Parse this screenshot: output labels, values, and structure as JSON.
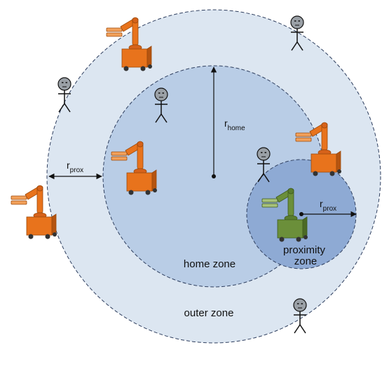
{
  "labels": {
    "outer_zone": "outer zone",
    "home_zone": "home zone",
    "proximity_zone_line1": "proximity",
    "proximity_zone_line2": "zone",
    "r_home_main": "r",
    "r_home_sub": "home",
    "r_prox_left_main": "r",
    "r_prox_left_sub": "prox",
    "r_prox_right_main": "r",
    "r_prox_right_sub": "prox"
  },
  "colors": {
    "outer_zone_fill": "#dce6f1",
    "home_zone_fill": "#b9cde6",
    "proximity_zone_fill": "#8eaad4",
    "zone_border": "#2f3f5f",
    "robot_orange": "#e8731c",
    "robot_orange_dark": "#b55410",
    "robot_green": "#6b8f3a",
    "robot_green_dark": "#4b6a25",
    "human_face": "#9aa0a6"
  },
  "robots": [
    {
      "id": "robot-outer-top",
      "color": "orange"
    },
    {
      "id": "robot-outer-left",
      "color": "orange"
    },
    {
      "id": "robot-home-left",
      "color": "orange"
    },
    {
      "id": "robot-outer-right",
      "color": "orange"
    },
    {
      "id": "robot-proximity",
      "color": "green"
    }
  ],
  "humans": [
    {
      "id": "human-top-right"
    },
    {
      "id": "human-outer-left"
    },
    {
      "id": "human-home"
    },
    {
      "id": "human-proximity-edge"
    },
    {
      "id": "human-bottom-right"
    }
  ]
}
